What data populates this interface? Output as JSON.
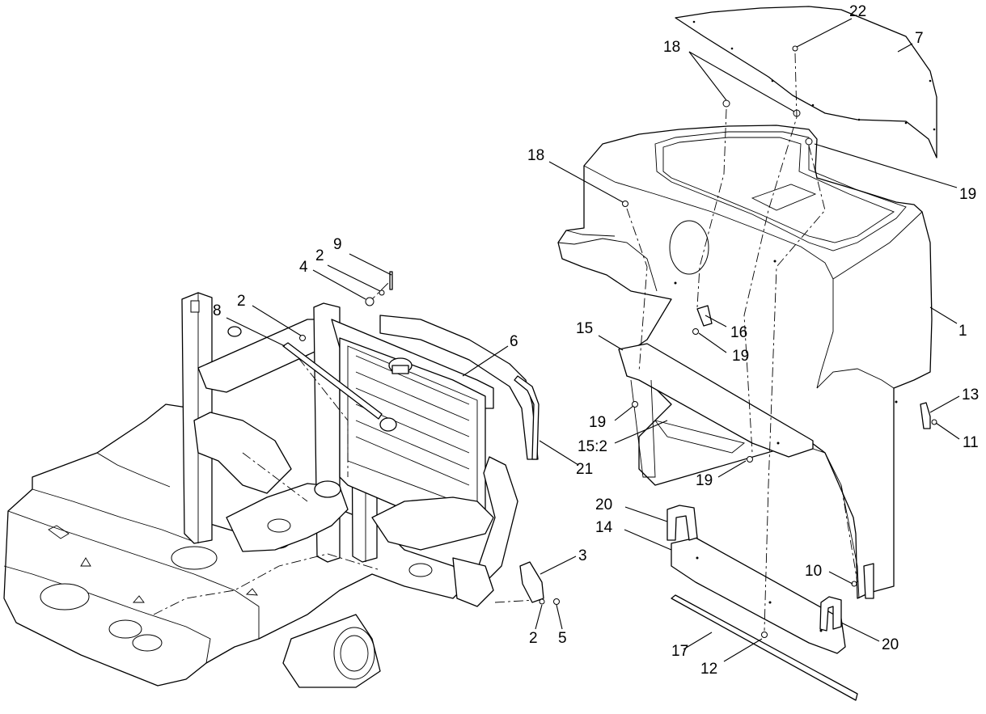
{
  "callouts": [
    {
      "id": "c22",
      "text": "22"
    },
    {
      "id": "c7",
      "text": "7"
    },
    {
      "id": "c18a",
      "text": "18"
    },
    {
      "id": "c18b",
      "text": "18"
    },
    {
      "id": "c19a",
      "text": "19"
    },
    {
      "id": "c1",
      "text": "1"
    },
    {
      "id": "c9",
      "text": "9"
    },
    {
      "id": "c2a",
      "text": "2"
    },
    {
      "id": "c4",
      "text": "4"
    },
    {
      "id": "c8",
      "text": "8"
    },
    {
      "id": "c2b",
      "text": "2"
    },
    {
      "id": "c6",
      "text": "6"
    },
    {
      "id": "c15",
      "text": "15"
    },
    {
      "id": "c16",
      "text": "16"
    },
    {
      "id": "c19b",
      "text": "19"
    },
    {
      "id": "c13",
      "text": "13"
    },
    {
      "id": "c19c",
      "text": "19"
    },
    {
      "id": "c11",
      "text": "11"
    },
    {
      "id": "c152",
      "text": "15:2"
    },
    {
      "id": "c21",
      "text": "21"
    },
    {
      "id": "c19d",
      "text": "19"
    },
    {
      "id": "c20a",
      "text": "20"
    },
    {
      "id": "c14",
      "text": "14"
    },
    {
      "id": "c3",
      "text": "3"
    },
    {
      "id": "c10",
      "text": "10"
    },
    {
      "id": "c2c",
      "text": "2"
    },
    {
      "id": "c5",
      "text": "5"
    },
    {
      "id": "c20b",
      "text": "20"
    },
    {
      "id": "c17",
      "text": "17"
    },
    {
      "id": "c12",
      "text": "12"
    }
  ]
}
